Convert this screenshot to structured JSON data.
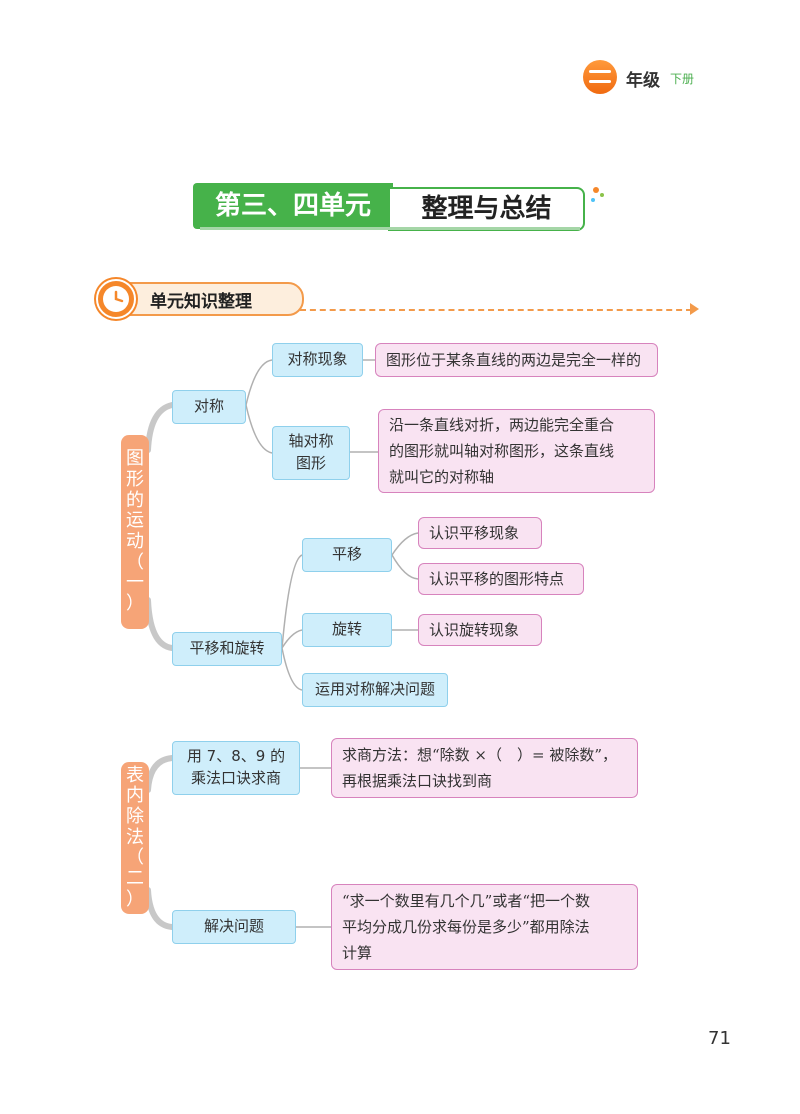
{
  "header": {
    "grade_text": "年级",
    "volume": "下册"
  },
  "title": {
    "left": "第三、四单元",
    "right": "整理与总结"
  },
  "section": {
    "title": "单元知识整理"
  },
  "unit1": {
    "category_chars": [
      "图",
      "形",
      "的",
      "运",
      "动",
      "（",
      "一",
      "）"
    ],
    "symmetry": {
      "label": "对称",
      "phenomenon": {
        "label": "对称现象",
        "desc": "图形位于某条直线的两边是完全一样的"
      },
      "axis": {
        "label_lines": [
          "轴对称",
          "图形"
        ],
        "desc_lines": [
          "沿一条直线对折，两边能完全重合",
          "的图形就叫轴对称图形，这条直线",
          "就叫它的对称轴"
        ]
      }
    },
    "translation_rotation": {
      "label": "平移和旋转",
      "translation": {
        "label": "平移",
        "items": [
          "认识平移现象",
          "认识平移的图形特点"
        ]
      },
      "rotation": {
        "label": "旋转",
        "items": [
          "认识旋转现象"
        ]
      },
      "solve": "运用对称解决问题"
    }
  },
  "unit2": {
    "category_chars": [
      "表",
      "内",
      "除",
      "法",
      "（",
      "二",
      "）"
    ],
    "mult": {
      "label_lines": [
        "用 7、8、9 的",
        "乘法口诀求商"
      ],
      "desc_lines": [
        "求商方法：想“除数 ×（　）= 被除数”，",
        "再根据乘法口诀找到商"
      ]
    },
    "solve": {
      "label": "解决问题",
      "desc_lines": [
        "“求一个数里有几个几”或者“把一个数",
        "平均分成几份求每份是多少”都用除法",
        "计算"
      ]
    }
  },
  "page_number": "71"
}
